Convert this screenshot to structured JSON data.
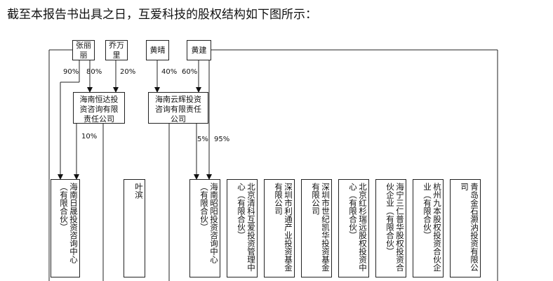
{
  "intro": "截至本报告书出具之日，互爱科技的股权结构如下图所示：",
  "people": {
    "zhang": "张丽丽",
    "qiao": "乔万里",
    "huang_qing": "黄晴",
    "huang_jian": "黄建"
  },
  "companies": {
    "hengda": "海南恒达投资咨询有限责任公司",
    "yunhui": "海南云辉投资咨询有限责任公司"
  },
  "percentages": {
    "zhang_to_rijing": "90%",
    "zhang_to_hengda": "80%",
    "qiao_to_hengda": "20%",
    "huangqing_to_yunhui": "40%",
    "huangjian_to_yunhui": "60%",
    "hengda_to_rijing": "10%",
    "yunhui_to_zhaoyang": "5%",
    "huangjian_to_zhaoyang": "95%"
  },
  "shareholders": [
    "海南日晟投资咨询中心（有限合伙）",
    "叶滨",
    "海南昭阳投资咨询中心（有限合伙）",
    "北京清科互爱投资管理中心（有限合伙）",
    "深圳市利通产业投资基金有限公司",
    "深圳市世纪凯华投资基金有限公司",
    "北京红杉瑞远股权投资中心（有限合伙）",
    "海宁三仁普华股权投资合伙企业（有限合伙）",
    "杭州九本股权投资合伙企业（有限合伙）",
    "青岛金石灏汭投资有限公司"
  ]
}
